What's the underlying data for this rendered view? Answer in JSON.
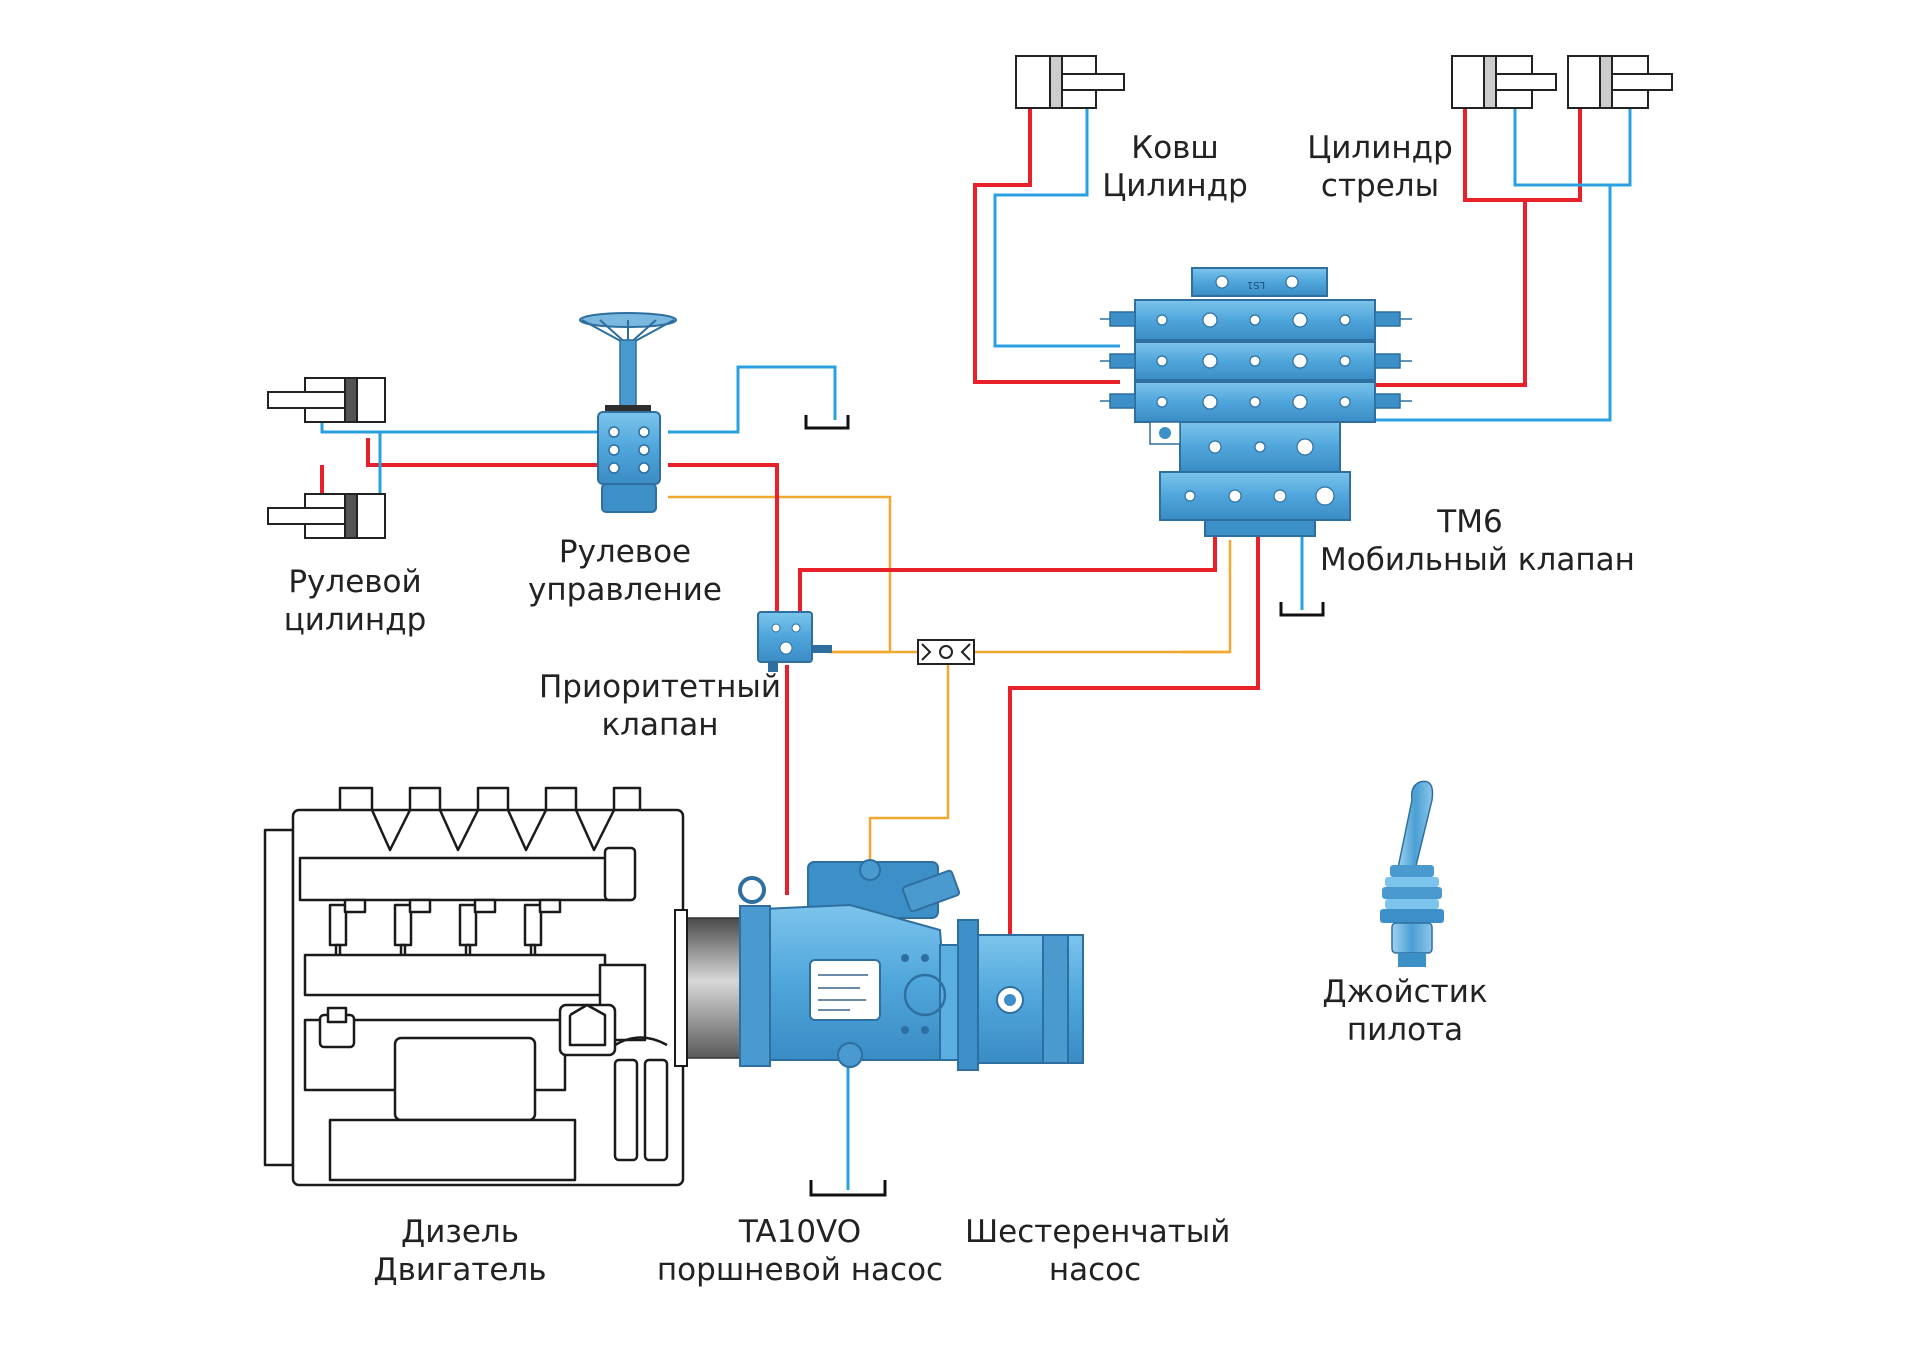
{
  "colors": {
    "pressure_line": "#e8202a",
    "return_line": "#2aa0e0",
    "pilot_line": "#f0a830",
    "component_blue": "#5aaee0",
    "component_dark": "#2f6f9f",
    "outline": "#222222"
  },
  "labels": {
    "bucket_cylinder": [
      "Ковш",
      "Цилиндр"
    ],
    "boom_cylinder": [
      "Цилиндр",
      "стрелы"
    ],
    "mobile_valve": [
      "TM6",
      "Мобильный клапан"
    ],
    "steering_cylinder": [
      "Рулевой",
      "цилиндр"
    ],
    "steering_unit": [
      "Рулевое",
      "управление"
    ],
    "priority_valve": [
      "Приоритетный",
      "клапан"
    ],
    "pilot_joystick": [
      "Джойстик",
      "пилота"
    ],
    "diesel_engine": [
      "Дизель",
      "Двигатель"
    ],
    "piston_pump": [
      "TA10VO",
      "поршневой насос"
    ],
    "gear_pump": [
      "Шестеренчатый",
      "насос"
    ]
  },
  "icons": {
    "valve_stamp": "LS1"
  }
}
